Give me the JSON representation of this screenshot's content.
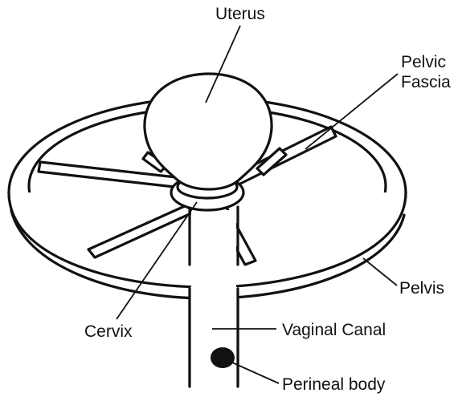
{
  "labels": {
    "uterus": "Uterus",
    "pelvic_fascia_line1": "Pelvic",
    "pelvic_fascia_line2": "Fascia",
    "pelvis": "Pelvis",
    "cervix": "Cervix",
    "vaginal_canal": "Vaginal Canal",
    "perineal_body": "Perineal body"
  },
  "colors": {
    "ink": "#111111",
    "background": "#ffffff"
  }
}
